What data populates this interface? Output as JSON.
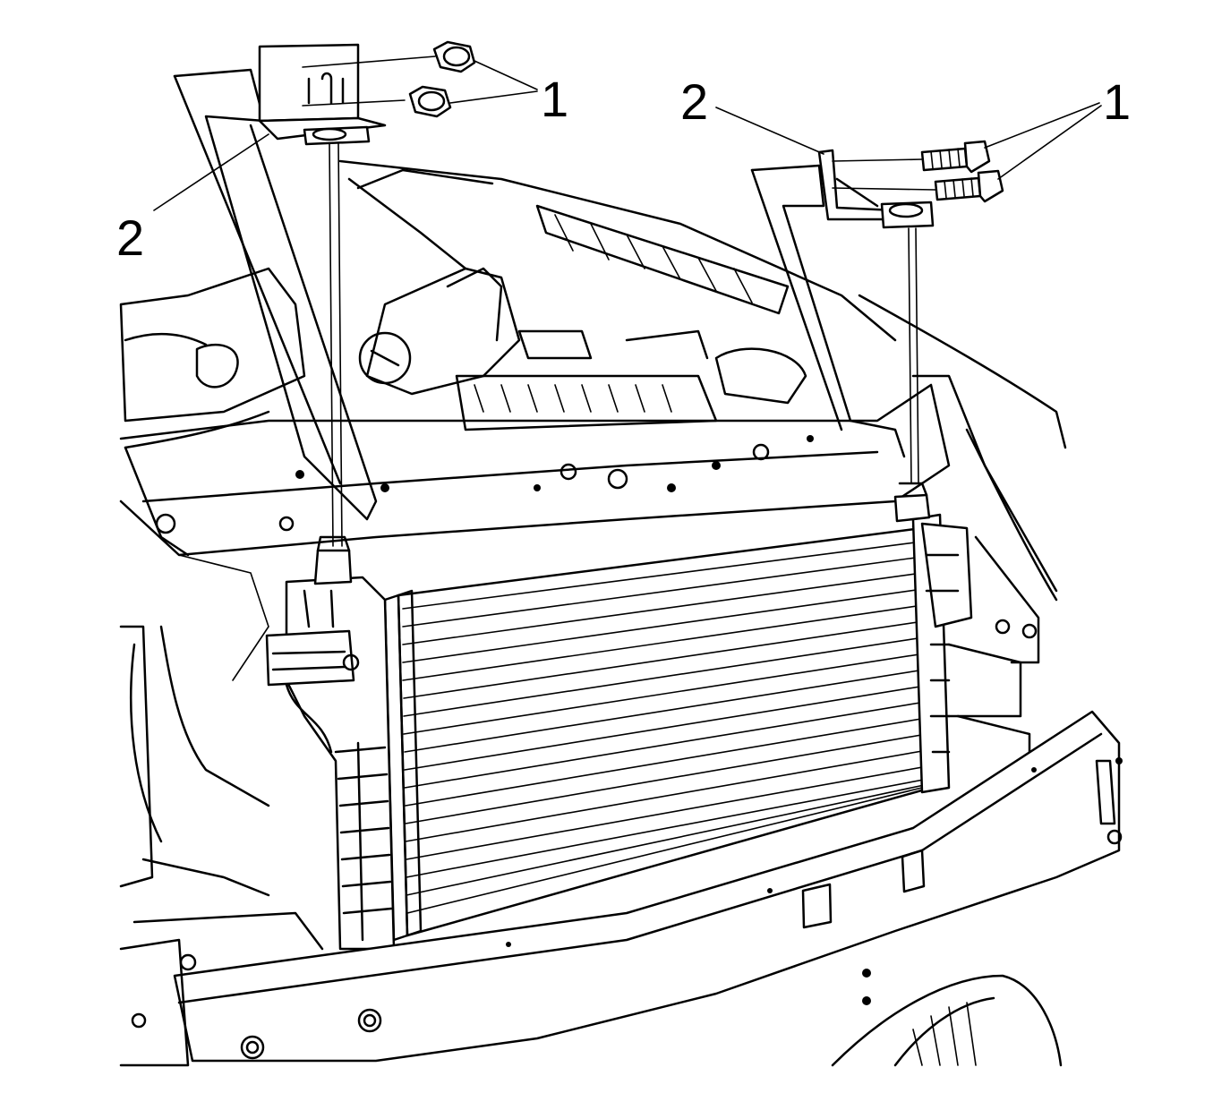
{
  "diagram": {
    "callouts": {
      "left_fastener": "1",
      "left_bracket": "2",
      "right_fastener": "1",
      "right_bracket": "2"
    },
    "colors": {
      "line": "#000000",
      "background": "#ffffff"
    },
    "icons": [
      "bolt-icon",
      "nut-icon",
      "bracket-icon"
    ]
  }
}
